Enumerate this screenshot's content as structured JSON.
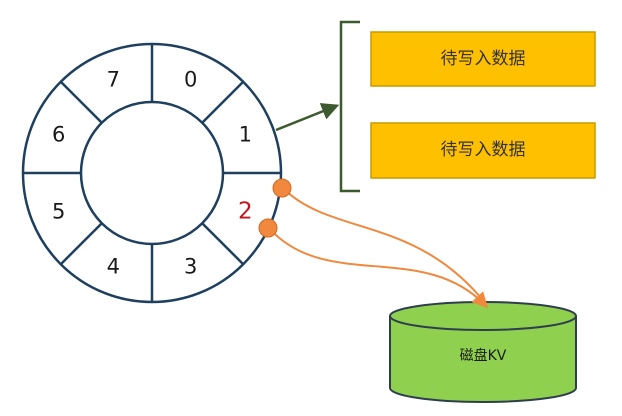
{
  "ring": {
    "segments": [
      "0",
      "1",
      "2",
      "3",
      "4",
      "5",
      "6",
      "7"
    ],
    "highlight_index": 2,
    "highlight_color": "#c0161c",
    "stroke_color": "#1f3f5f"
  },
  "queue": {
    "items": [
      "待写入数据",
      "待写入数据"
    ],
    "fill_color": "#ffc000",
    "border_color": "#c79a00",
    "bracket_color": "#3d5a2e"
  },
  "disk": {
    "label": "磁盘KV",
    "fill_color": "#8fd14f",
    "border_color": "#2f3e4e"
  },
  "flow": {
    "color": "#f0883e"
  }
}
